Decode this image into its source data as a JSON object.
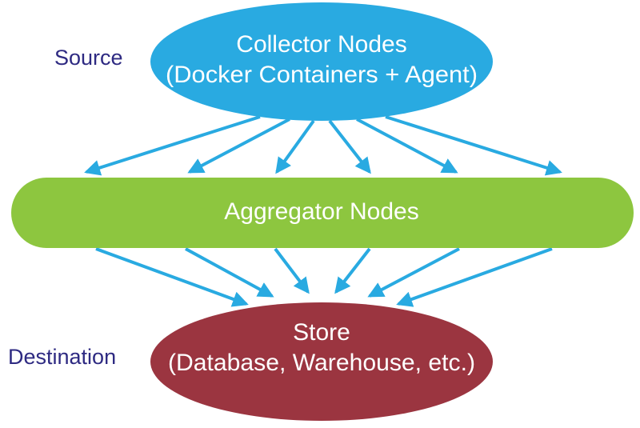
{
  "labels": {
    "source": "Source",
    "destination": "Destination"
  },
  "nodes": {
    "collector": {
      "line1": "Collector Nodes",
      "line2": "(Docker Containers + Agent)",
      "color": "#29aae1"
    },
    "aggregator": {
      "label": "Aggregator Nodes",
      "color": "#8dc63f"
    },
    "store": {
      "line1": "Store",
      "line2": "(Database, Warehouse, etc.)",
      "color": "#9b3540"
    }
  },
  "colors": {
    "arrow": "#29aae1",
    "label_text": "#2e2a82",
    "node_text": "#ffffff"
  },
  "edges": {
    "collector_to_aggregator": 6,
    "aggregator_to_store": 6
  }
}
